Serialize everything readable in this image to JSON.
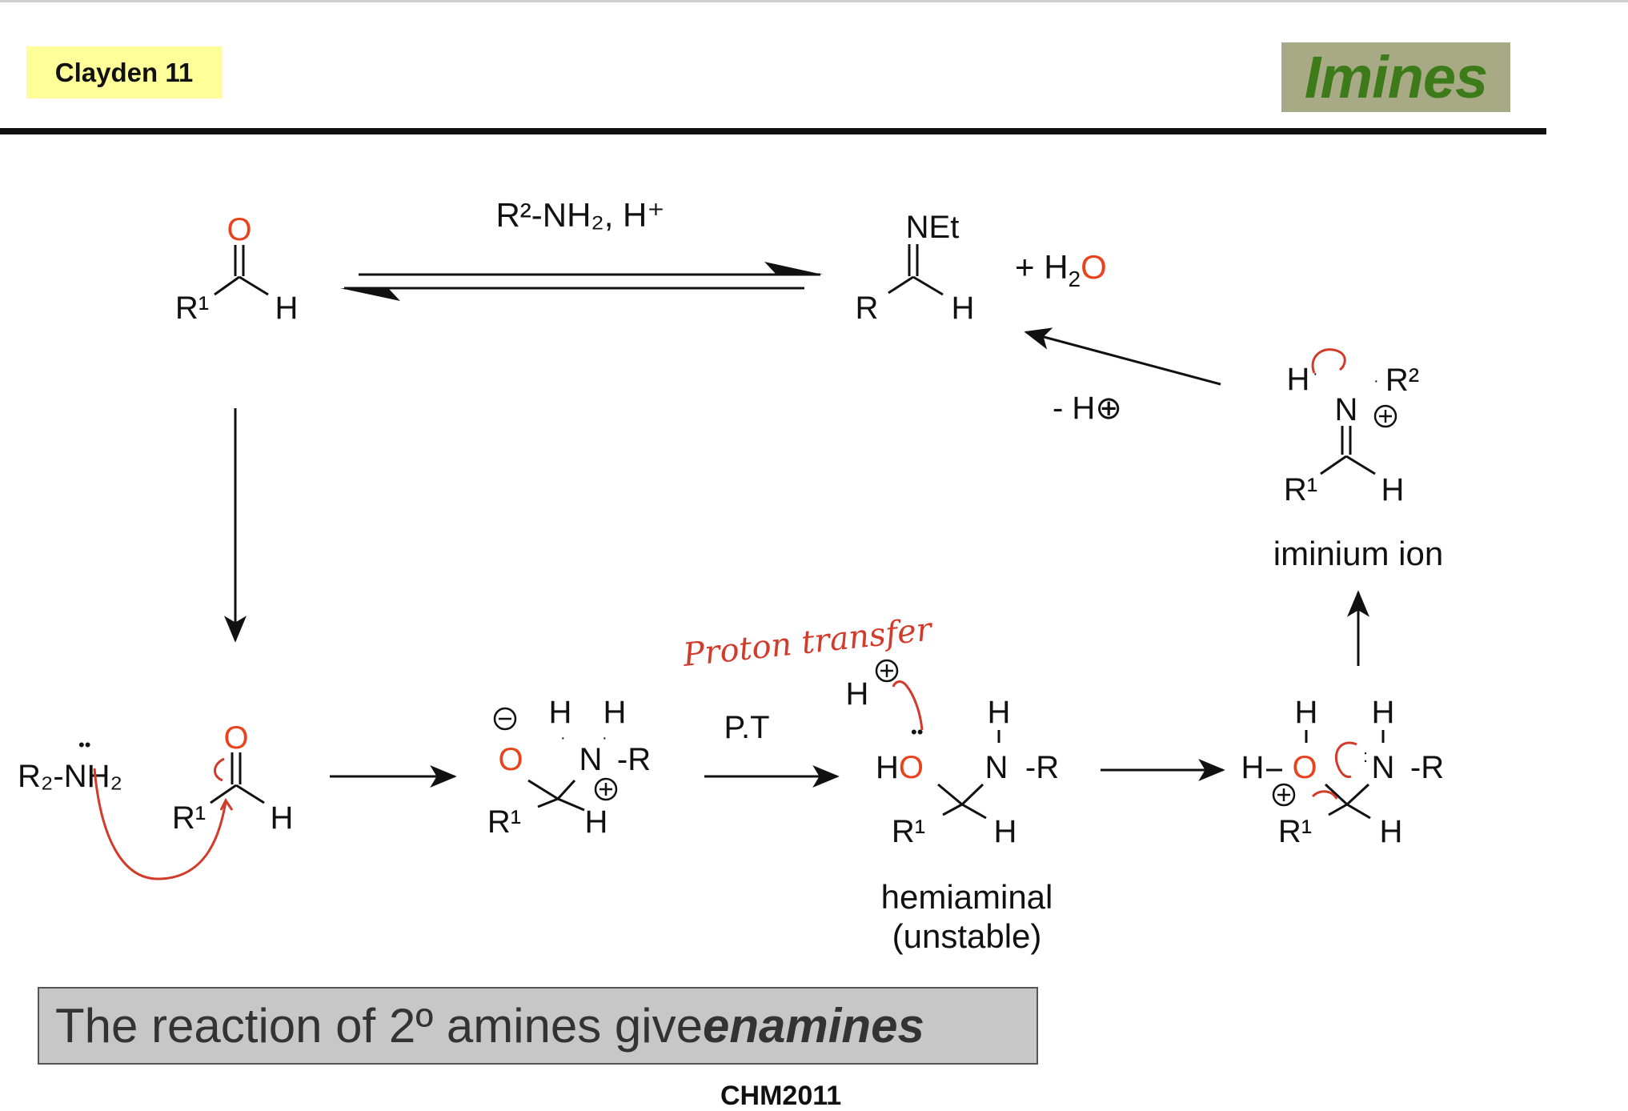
{
  "header": {
    "course_tag": "Clayden 11",
    "title": "Imines"
  },
  "scheme": {
    "top_reaction": {
      "reagents": "R²-NH₂, H⁺",
      "byproduct_plus": "+ H",
      "byproduct_sub": "2",
      "byproduct_o": "O"
    },
    "aldehyde": {
      "o": "O",
      "r": "R¹",
      "h": "H"
    },
    "imine": {
      "n": "NEt",
      "r": "R",
      "h": "H"
    },
    "deprotonation_label": "- H⊕",
    "iminium": {
      "h": "H",
      "n": "N",
      "r2": "R²",
      "r1": "R¹",
      "h2": "H",
      "label": "iminium ion"
    },
    "amine": {
      "text": "R₂-NH₂",
      "dots": "••"
    },
    "aldehyde2": {
      "o": "O",
      "r": "R¹",
      "h": "H"
    },
    "zwitterion": {
      "o": "O",
      "h1": "H",
      "h2": "H",
      "n": "N",
      "r": "-R",
      "r1": "R¹",
      "h3": "H"
    },
    "proton_transfer": {
      "label": "P.T",
      "handwritten": "Proton transfer",
      "h_plus": "H"
    },
    "hemiaminal": {
      "ho_h": "H",
      "ho_o": "O",
      "h_top": "H",
      "n": "N",
      "r": "-R",
      "r1": "R¹",
      "h": "H",
      "label_line1": "hemiaminal",
      "label_line2": "(unstable)"
    },
    "protonated": {
      "h_left": "H",
      "o": "O",
      "h_top_o": "H",
      "h_top_n": "H",
      "n": "N",
      "r": "-R",
      "r1": "R¹",
      "h": "H"
    }
  },
  "footer": {
    "statement_prefix": "The reaction of 2º amines give ",
    "statement_emphasis": "enamines",
    "course_code": "CHM2011"
  },
  "colors": {
    "oxygen": "#e8431c",
    "curly_arrow": "#d23a2a",
    "title_text": "#3d7a1a",
    "title_bg": "#a8aa85",
    "tag_bg": "#ffff99"
  }
}
